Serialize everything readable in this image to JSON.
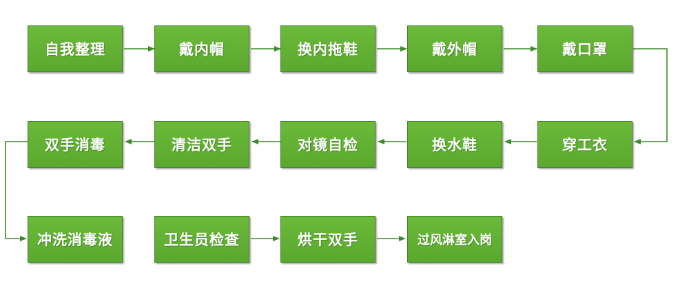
{
  "steps": [
    {
      "id": "s1",
      "label": "自我整理"
    },
    {
      "id": "s2",
      "label": "戴内帽"
    },
    {
      "id": "s3",
      "label": "换内拖鞋"
    },
    {
      "id": "s4",
      "label": "戴外帽"
    },
    {
      "id": "s5",
      "label": "戴口罩"
    },
    {
      "id": "s6",
      "label": "穿工衣"
    },
    {
      "id": "s7",
      "label": "换水鞋"
    },
    {
      "id": "s8",
      "label": "对镜自检"
    },
    {
      "id": "s9",
      "label": "清洁双手"
    },
    {
      "id": "s10",
      "label": "双手消毒"
    },
    {
      "id": "s11",
      "label": "冲洗消毒液"
    },
    {
      "id": "s12",
      "label": "卫生员检查"
    },
    {
      "id": "s13",
      "label": "烘干双手"
    },
    {
      "id": "s14",
      "label": "过风淋室入岗"
    }
  ],
  "colors": {
    "box_fill": "#5fae32",
    "box_border": "#3f7d1f",
    "connector": "#3f8a2a",
    "text": "#ffffff"
  }
}
